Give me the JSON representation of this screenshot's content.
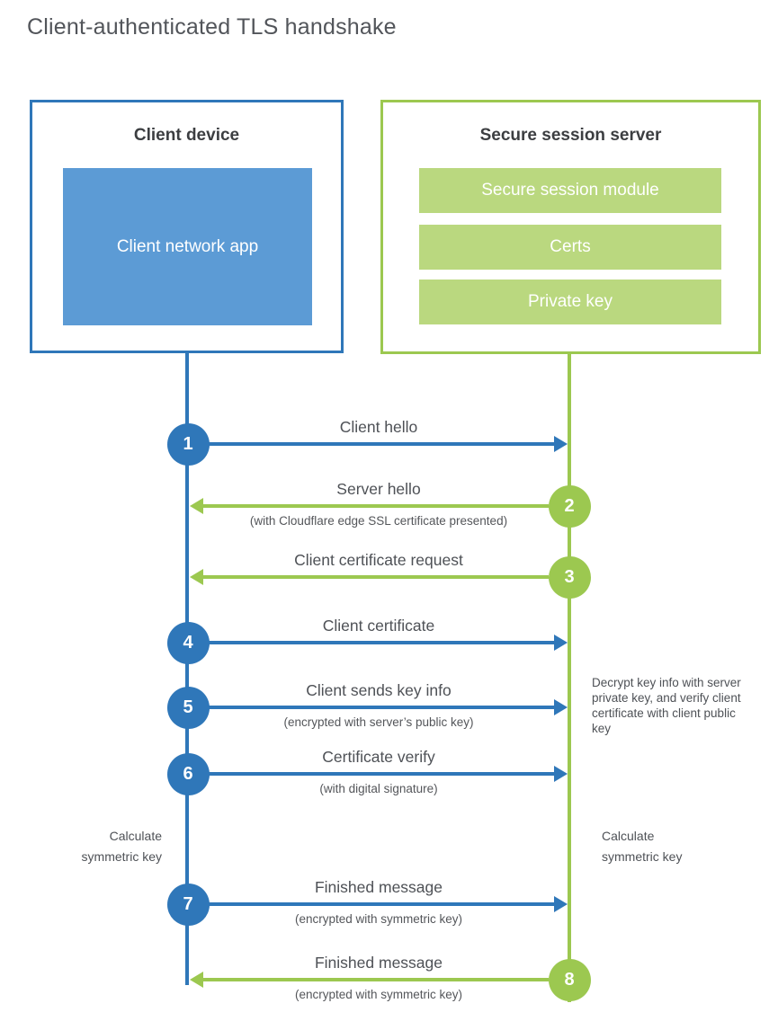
{
  "title": "Client-authenticated TLS handshake",
  "colors": {
    "blue": "#2F77B9",
    "blue_fill": "#5C9BD5",
    "green": "#9CC850",
    "green_fill": "#BAD87F"
  },
  "client": {
    "title": "Client device",
    "app_label": "Client network app"
  },
  "server": {
    "title": "Secure session server",
    "modules": [
      "Secure session module",
      "Certs",
      "Private key"
    ]
  },
  "steps": [
    {
      "num": "1",
      "from": "client",
      "label": "Client hello",
      "sublabel": ""
    },
    {
      "num": "2",
      "from": "server",
      "label": "Server hello",
      "sublabel": "(with Cloudflare edge SSL certificate presented)"
    },
    {
      "num": "3",
      "from": "server",
      "label": "Client certificate request",
      "sublabel": ""
    },
    {
      "num": "4",
      "from": "client",
      "label": "Client certificate",
      "sublabel": ""
    },
    {
      "num": "5",
      "from": "client",
      "label": "Client sends key info",
      "sublabel": "(encrypted with server’s public key)"
    },
    {
      "num": "6",
      "from": "client",
      "label": "Certificate verify",
      "sublabel": "(with digital signature)"
    },
    {
      "num": "7",
      "from": "client",
      "label": "Finished message",
      "sublabel": "(encrypted with symmetric key)"
    },
    {
      "num": "8",
      "from": "server",
      "label": "Finished message",
      "sublabel": "(encrypted with symmetric key)"
    }
  ],
  "annotations": {
    "client_calc_line1": "Calculate",
    "client_calc_line2": "symmetric key",
    "server_calc_line1": "Calculate",
    "server_calc_line2": "symmetric key",
    "decrypt_note": "Decrypt key info with server private key, and verify client certificate with client public key"
  }
}
